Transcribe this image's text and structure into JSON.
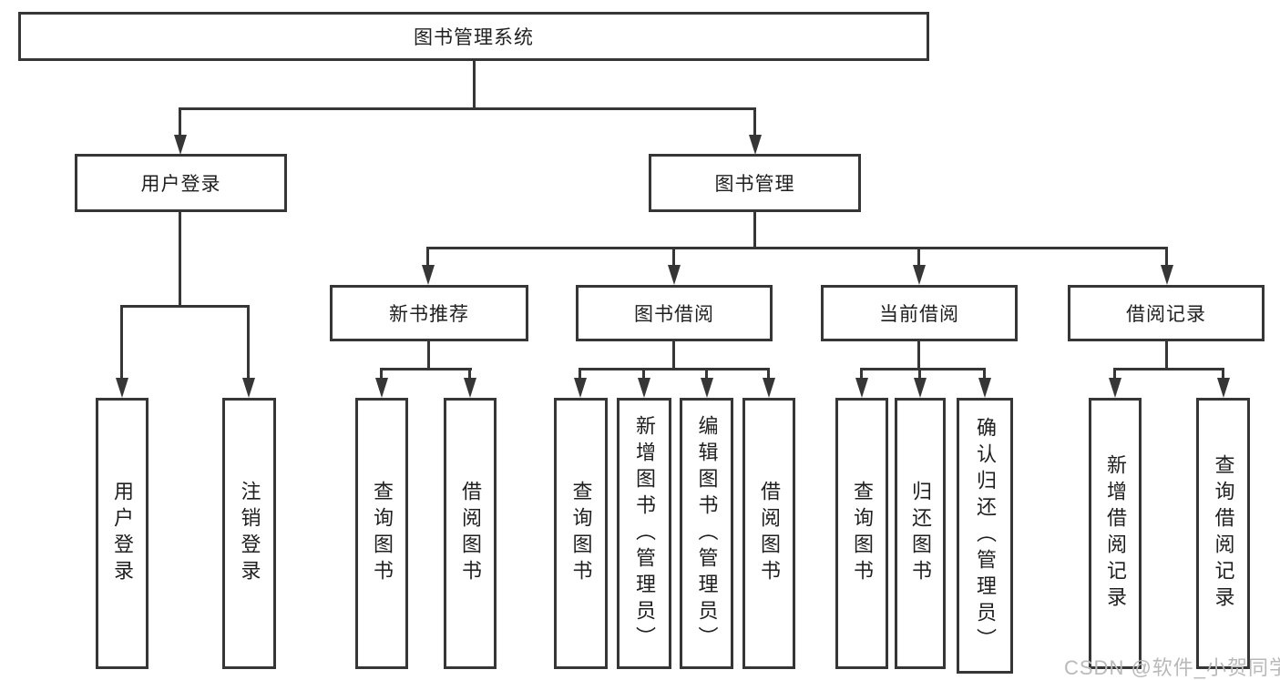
{
  "diagram_title": "图书管理系统",
  "nodes": {
    "root": "图书管理系统",
    "user_login": "用户登录",
    "book_mgmt": "图书管理",
    "new_book_rec": "新书推荐",
    "book_borrow": "图书借阅",
    "current_borrow": "当前借阅",
    "borrow_record": "借阅记录",
    "leaf_user_login": "用户登录",
    "leaf_logout": "注销登录",
    "leaf_nbr_query": "查询图书",
    "leaf_nbr_borrow": "借阅图书",
    "leaf_bb_query": "查询图书",
    "leaf_bb_add": "新增图书（管理员）",
    "leaf_bb_edit": "编辑图书（管理员）",
    "leaf_bb_borrow": "借阅图书",
    "leaf_cb_query": "查询图书",
    "leaf_cb_return": "归还图书",
    "leaf_cb_confirm": "确认归还（管理员）",
    "leaf_br_add": "新增借阅记录",
    "leaf_br_query": "查询借阅记录"
  },
  "watermark": "CSDN @软件_小贺同学",
  "colors": {
    "line": "#363636",
    "text": "#1f1f1f",
    "watermark": "#b9b9b9"
  }
}
